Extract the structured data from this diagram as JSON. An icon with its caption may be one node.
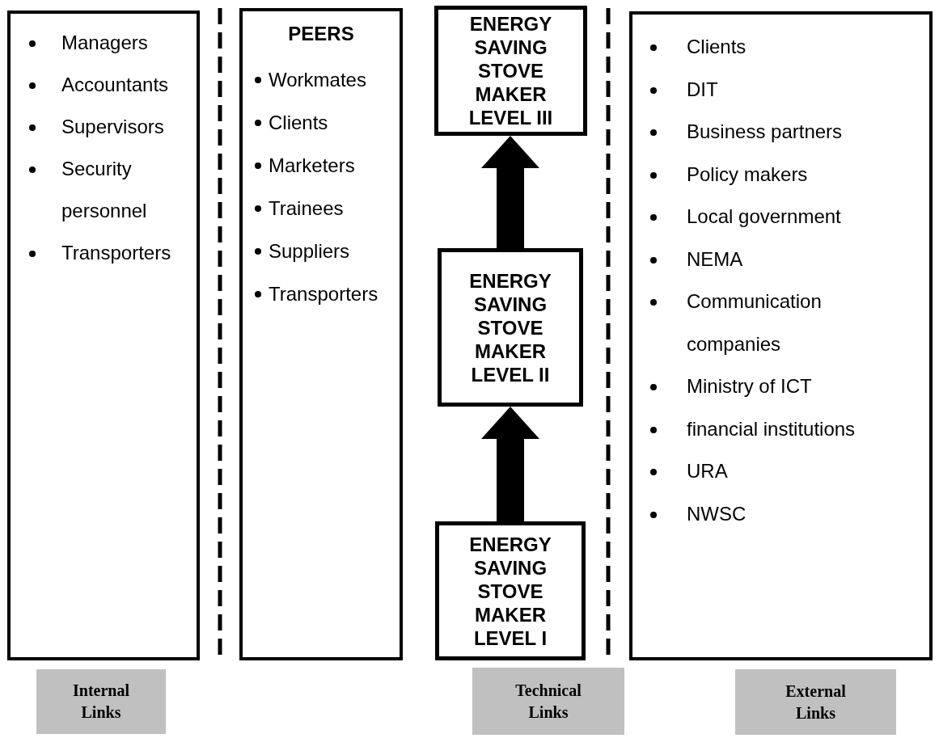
{
  "diagram": {
    "nodes": [
      {
        "text": [
          "Managers",
          "Accountants",
          "Supervisors",
          "Security personnel",
          "Transporters"
        ]
      },
      {
        "text": [
          "PEERS",
          "Workmates",
          "Clients",
          "Marketers",
          "Trainees",
          "Suppliers",
          "Transporters"
        ]
      },
      {
        "text": [
          "ENERGY SAVING STOVE MAKER LEVEL III"
        ]
      },
      {
        "text": [
          "ENERGY SAVING STOVE MAKER LEVEL II"
        ]
      },
      {
        "text": [
          "ENERGY SAVING STOVE MAKER LEVEL I"
        ]
      },
      {
        "text": [
          "Clients",
          "DIT",
          "Business partners",
          "Policy makers",
          "Local government",
          "NEMA",
          "Communication companies",
          "Ministry of ICT",
          "financial institutions",
          "URA",
          "NWSC"
        ]
      },
      {
        "text": [
          "Internal Links"
        ]
      },
      {
        "text": [
          "Technical Links"
        ]
      },
      {
        "text": [
          "External Links"
        ]
      }
    ],
    "edges": [
      {
        "from": 4,
        "to": 3,
        "arrow": "to"
      },
      {
        "from": 3,
        "to": 2,
        "arrow": "to"
      }
    ]
  }
}
